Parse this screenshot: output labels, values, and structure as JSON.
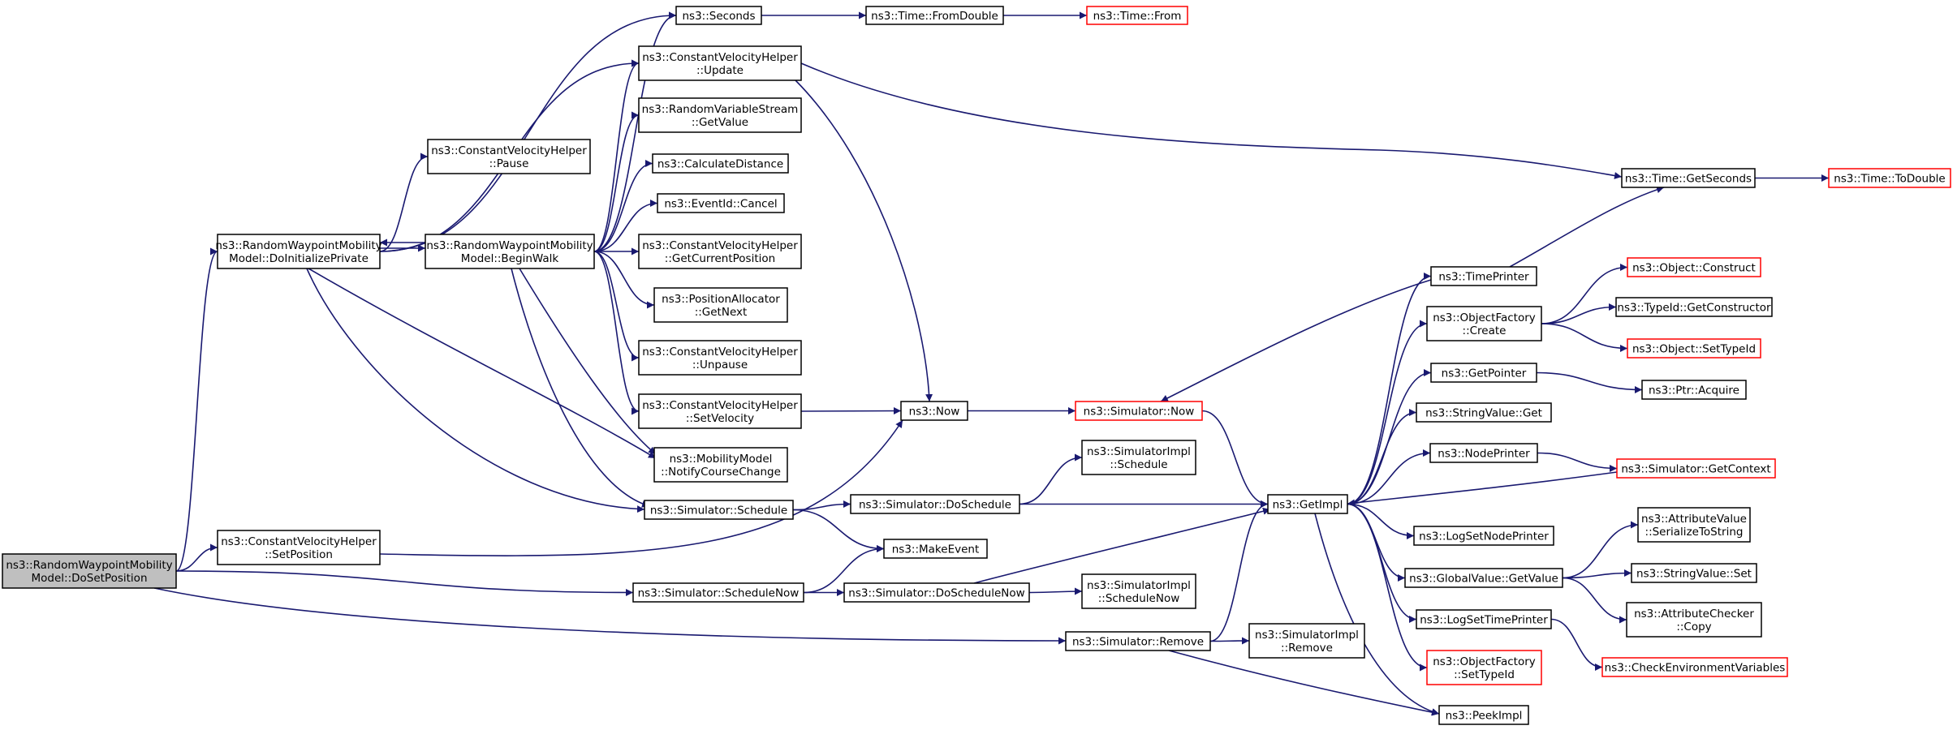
{
  "colors": {
    "edge": "#191970",
    "box_border_normal": "#000000",
    "box_border_truncated": "#ff0000",
    "root_fill": "#bfbfbf",
    "box_fill": "#ffffff"
  },
  "nodes": {
    "dosetposition": {
      "lines": [
        "ns3::RandomWaypointMobility",
        "Model::DoSetPosition"
      ],
      "style": "root"
    },
    "doinit": {
      "lines": [
        "ns3::RandomWaypointMobility",
        "Model::DoInitializePrivate"
      ],
      "style": "normal"
    },
    "beginwalk": {
      "lines": [
        "ns3::RandomWaypointMobility",
        "Model::BeginWalk"
      ],
      "style": "normal"
    },
    "cvh_pause": {
      "lines": [
        "ns3::ConstantVelocityHelper",
        "::Pause"
      ],
      "style": "normal"
    },
    "cvh_setpos": {
      "lines": [
        "ns3::ConstantVelocityHelper",
        "::SetPosition"
      ],
      "style": "normal"
    },
    "seconds": {
      "lines": [
        "ns3::Seconds"
      ],
      "style": "normal"
    },
    "cvh_update": {
      "lines": [
        "ns3::ConstantVelocityHelper",
        "::Update"
      ],
      "style": "normal"
    },
    "rvs_getvalue": {
      "lines": [
        "ns3::RandomVariableStream",
        "::GetValue"
      ],
      "style": "normal"
    },
    "calcdist": {
      "lines": [
        "ns3::CalculateDistance"
      ],
      "style": "normal"
    },
    "eventid_cancel": {
      "lines": [
        "ns3::EventId::Cancel"
      ],
      "style": "normal"
    },
    "cvh_getcurpos": {
      "lines": [
        "ns3::ConstantVelocityHelper",
        "::GetCurrentPosition"
      ],
      "style": "normal"
    },
    "posalloc_getnext": {
      "lines": [
        "ns3::PositionAllocator",
        "::GetNext"
      ],
      "style": "normal"
    },
    "cvh_unpause": {
      "lines": [
        "ns3::ConstantVelocityHelper",
        "::Unpause"
      ],
      "style": "normal"
    },
    "cvh_setvel": {
      "lines": [
        "ns3::ConstantVelocityHelper",
        "::SetVelocity"
      ],
      "style": "normal"
    },
    "mm_notify": {
      "lines": [
        "ns3::MobilityModel",
        "::NotifyCourseChange"
      ],
      "style": "normal"
    },
    "sim_schedule": {
      "lines": [
        "ns3::Simulator::Schedule"
      ],
      "style": "normal"
    },
    "sim_schedulenow": {
      "lines": [
        "ns3::Simulator::ScheduleNow"
      ],
      "style": "normal"
    },
    "time_fromdouble": {
      "lines": [
        "ns3::Time::FromDouble"
      ],
      "style": "normal"
    },
    "time_from": {
      "lines": [
        "ns3::Time::From"
      ],
      "style": "truncated"
    },
    "now": {
      "lines": [
        "ns3::Now"
      ],
      "style": "normal"
    },
    "sim_doschedule": {
      "lines": [
        "ns3::Simulator::DoSchedule"
      ],
      "style": "normal"
    },
    "makeevent": {
      "lines": [
        "ns3::MakeEvent"
      ],
      "style": "normal"
    },
    "sim_doschedulenow": {
      "lines": [
        "ns3::Simulator::DoScheduleNow"
      ],
      "style": "normal"
    },
    "sim_remove": {
      "lines": [
        "ns3::Simulator::Remove"
      ],
      "style": "normal"
    },
    "sim_now": {
      "lines": [
        "ns3::Simulator::Now"
      ],
      "style": "truncated"
    },
    "simimpl_schedule": {
      "lines": [
        "ns3::SimulatorImpl",
        "::Schedule"
      ],
      "style": "normal"
    },
    "simimpl_schedulenow": {
      "lines": [
        "ns3::SimulatorImpl",
        "::ScheduleNow"
      ],
      "style": "normal"
    },
    "simimpl_remove": {
      "lines": [
        "ns3::SimulatorImpl",
        "::Remove"
      ],
      "style": "normal"
    },
    "getimpl": {
      "lines": [
        "ns3::GetImpl"
      ],
      "style": "normal"
    },
    "time_getseconds": {
      "lines": [
        "ns3::Time::GetSeconds"
      ],
      "style": "normal"
    },
    "time_todouble": {
      "lines": [
        "ns3::Time::ToDouble"
      ],
      "style": "truncated"
    },
    "timeprinter": {
      "lines": [
        "ns3::TimePrinter"
      ],
      "style": "normal"
    },
    "objfactory_create": {
      "lines": [
        "ns3::ObjectFactory",
        "::Create"
      ],
      "style": "normal"
    },
    "getpointer": {
      "lines": [
        "ns3::GetPointer"
      ],
      "style": "normal"
    },
    "stringvalue_get": {
      "lines": [
        "ns3::StringValue::Get"
      ],
      "style": "normal"
    },
    "nodeprinter": {
      "lines": [
        "ns3::NodePrinter"
      ],
      "style": "normal"
    },
    "logsetnodeprinter": {
      "lines": [
        "ns3::LogSetNodePrinter"
      ],
      "style": "normal"
    },
    "globalvalue_getvalue": {
      "lines": [
        "ns3::GlobalValue::GetValue"
      ],
      "style": "normal"
    },
    "logsettimeprinter": {
      "lines": [
        "ns3::LogSetTimePrinter"
      ],
      "style": "normal"
    },
    "objfactory_settypeid": {
      "lines": [
        "ns3::ObjectFactory",
        "::SetTypeId"
      ],
      "style": "truncated"
    },
    "peekimpl": {
      "lines": [
        "ns3::PeekImpl"
      ],
      "style": "normal"
    },
    "object_construct": {
      "lines": [
        "ns3::Object::Construct"
      ],
      "style": "truncated"
    },
    "typeid_getconstructor": {
      "lines": [
        "ns3::TypeId::GetConstructor"
      ],
      "style": "normal"
    },
    "object_settypeid": {
      "lines": [
        "ns3::Object::SetTypeId"
      ],
      "style": "truncated"
    },
    "ptr_acquire": {
      "lines": [
        "ns3::Ptr::Acquire"
      ],
      "style": "normal"
    },
    "sim_getcontext": {
      "lines": [
        "ns3::Simulator::GetContext"
      ],
      "style": "truncated"
    },
    "attrvalue_serialize": {
      "lines": [
        "ns3::AttributeValue",
        "::SerializeToString"
      ],
      "style": "normal"
    },
    "stringvalue_set": {
      "lines": [
        "ns3::StringValue::Set"
      ],
      "style": "normal"
    },
    "attrchecker_copy": {
      "lines": [
        "ns3::AttributeChecker",
        "::Copy"
      ],
      "style": "normal"
    },
    "checkenv": {
      "lines": [
        "ns3::CheckEnvironmentVariables"
      ],
      "style": "truncated"
    }
  },
  "edges": [
    [
      "dosetposition",
      "doinit"
    ],
    [
      "dosetposition",
      "cvh_setpos"
    ],
    [
      "dosetposition",
      "sim_schedulenow"
    ],
    [
      "dosetposition",
      "sim_remove"
    ],
    [
      "doinit",
      "seconds"
    ],
    [
      "doinit",
      "cvh_update"
    ],
    [
      "doinit",
      "cvh_pause"
    ],
    [
      "doinit",
      "beginwalk"
    ],
    [
      "doinit",
      "mm_notify"
    ],
    [
      "doinit",
      "sim_schedule"
    ],
    [
      "beginwalk",
      "doinit"
    ],
    [
      "beginwalk",
      "seconds"
    ],
    [
      "beginwalk",
      "cvh_update"
    ],
    [
      "beginwalk",
      "rvs_getvalue"
    ],
    [
      "beginwalk",
      "calcdist"
    ],
    [
      "beginwalk",
      "eventid_cancel"
    ],
    [
      "beginwalk",
      "cvh_getcurpos"
    ],
    [
      "beginwalk",
      "posalloc_getnext"
    ],
    [
      "beginwalk",
      "cvh_unpause"
    ],
    [
      "beginwalk",
      "cvh_setvel"
    ],
    [
      "beginwalk",
      "mm_notify"
    ],
    [
      "beginwalk",
      "sim_schedule"
    ],
    [
      "cvh_setpos",
      "now"
    ],
    [
      "seconds",
      "time_fromdouble"
    ],
    [
      "time_fromdouble",
      "time_from"
    ],
    [
      "cvh_update",
      "now"
    ],
    [
      "cvh_update",
      "time_getseconds"
    ],
    [
      "cvh_setvel",
      "now"
    ],
    [
      "sim_schedule",
      "sim_doschedule"
    ],
    [
      "sim_schedule",
      "makeevent"
    ],
    [
      "sim_schedulenow",
      "makeevent"
    ],
    [
      "sim_schedulenow",
      "sim_doschedulenow"
    ],
    [
      "now",
      "sim_now"
    ],
    [
      "sim_now",
      "getimpl"
    ],
    [
      "sim_doschedule",
      "simimpl_schedule"
    ],
    [
      "sim_doschedule",
      "getimpl"
    ],
    [
      "sim_doschedulenow",
      "getimpl"
    ],
    [
      "sim_doschedulenow",
      "simimpl_schedulenow"
    ],
    [
      "sim_remove",
      "getimpl"
    ],
    [
      "sim_remove",
      "simimpl_remove"
    ],
    [
      "sim_remove",
      "peekimpl"
    ],
    [
      "time_getseconds",
      "time_todouble"
    ],
    [
      "getimpl",
      "timeprinter"
    ],
    [
      "getimpl",
      "objfactory_create"
    ],
    [
      "getimpl",
      "getpointer"
    ],
    [
      "getimpl",
      "stringvalue_get"
    ],
    [
      "getimpl",
      "nodeprinter"
    ],
    [
      "getimpl",
      "logsetnodeprinter"
    ],
    [
      "getimpl",
      "globalvalue_getvalue"
    ],
    [
      "getimpl",
      "logsettimeprinter"
    ],
    [
      "getimpl",
      "objfactory_settypeid"
    ],
    [
      "getimpl",
      "peekimpl"
    ],
    [
      "timeprinter",
      "time_getseconds"
    ],
    [
      "timeprinter",
      "sim_now"
    ],
    [
      "objfactory_create",
      "object_construct"
    ],
    [
      "objfactory_create",
      "typeid_getconstructor"
    ],
    [
      "objfactory_create",
      "object_settypeid"
    ],
    [
      "getpointer",
      "ptr_acquire"
    ],
    [
      "nodeprinter",
      "sim_getcontext"
    ],
    [
      "sim_getcontext",
      "getimpl"
    ],
    [
      "globalvalue_getvalue",
      "attrvalue_serialize"
    ],
    [
      "globalvalue_getvalue",
      "stringvalue_set"
    ],
    [
      "globalvalue_getvalue",
      "attrchecker_copy"
    ],
    [
      "logsettimeprinter",
      "checkenv"
    ]
  ]
}
